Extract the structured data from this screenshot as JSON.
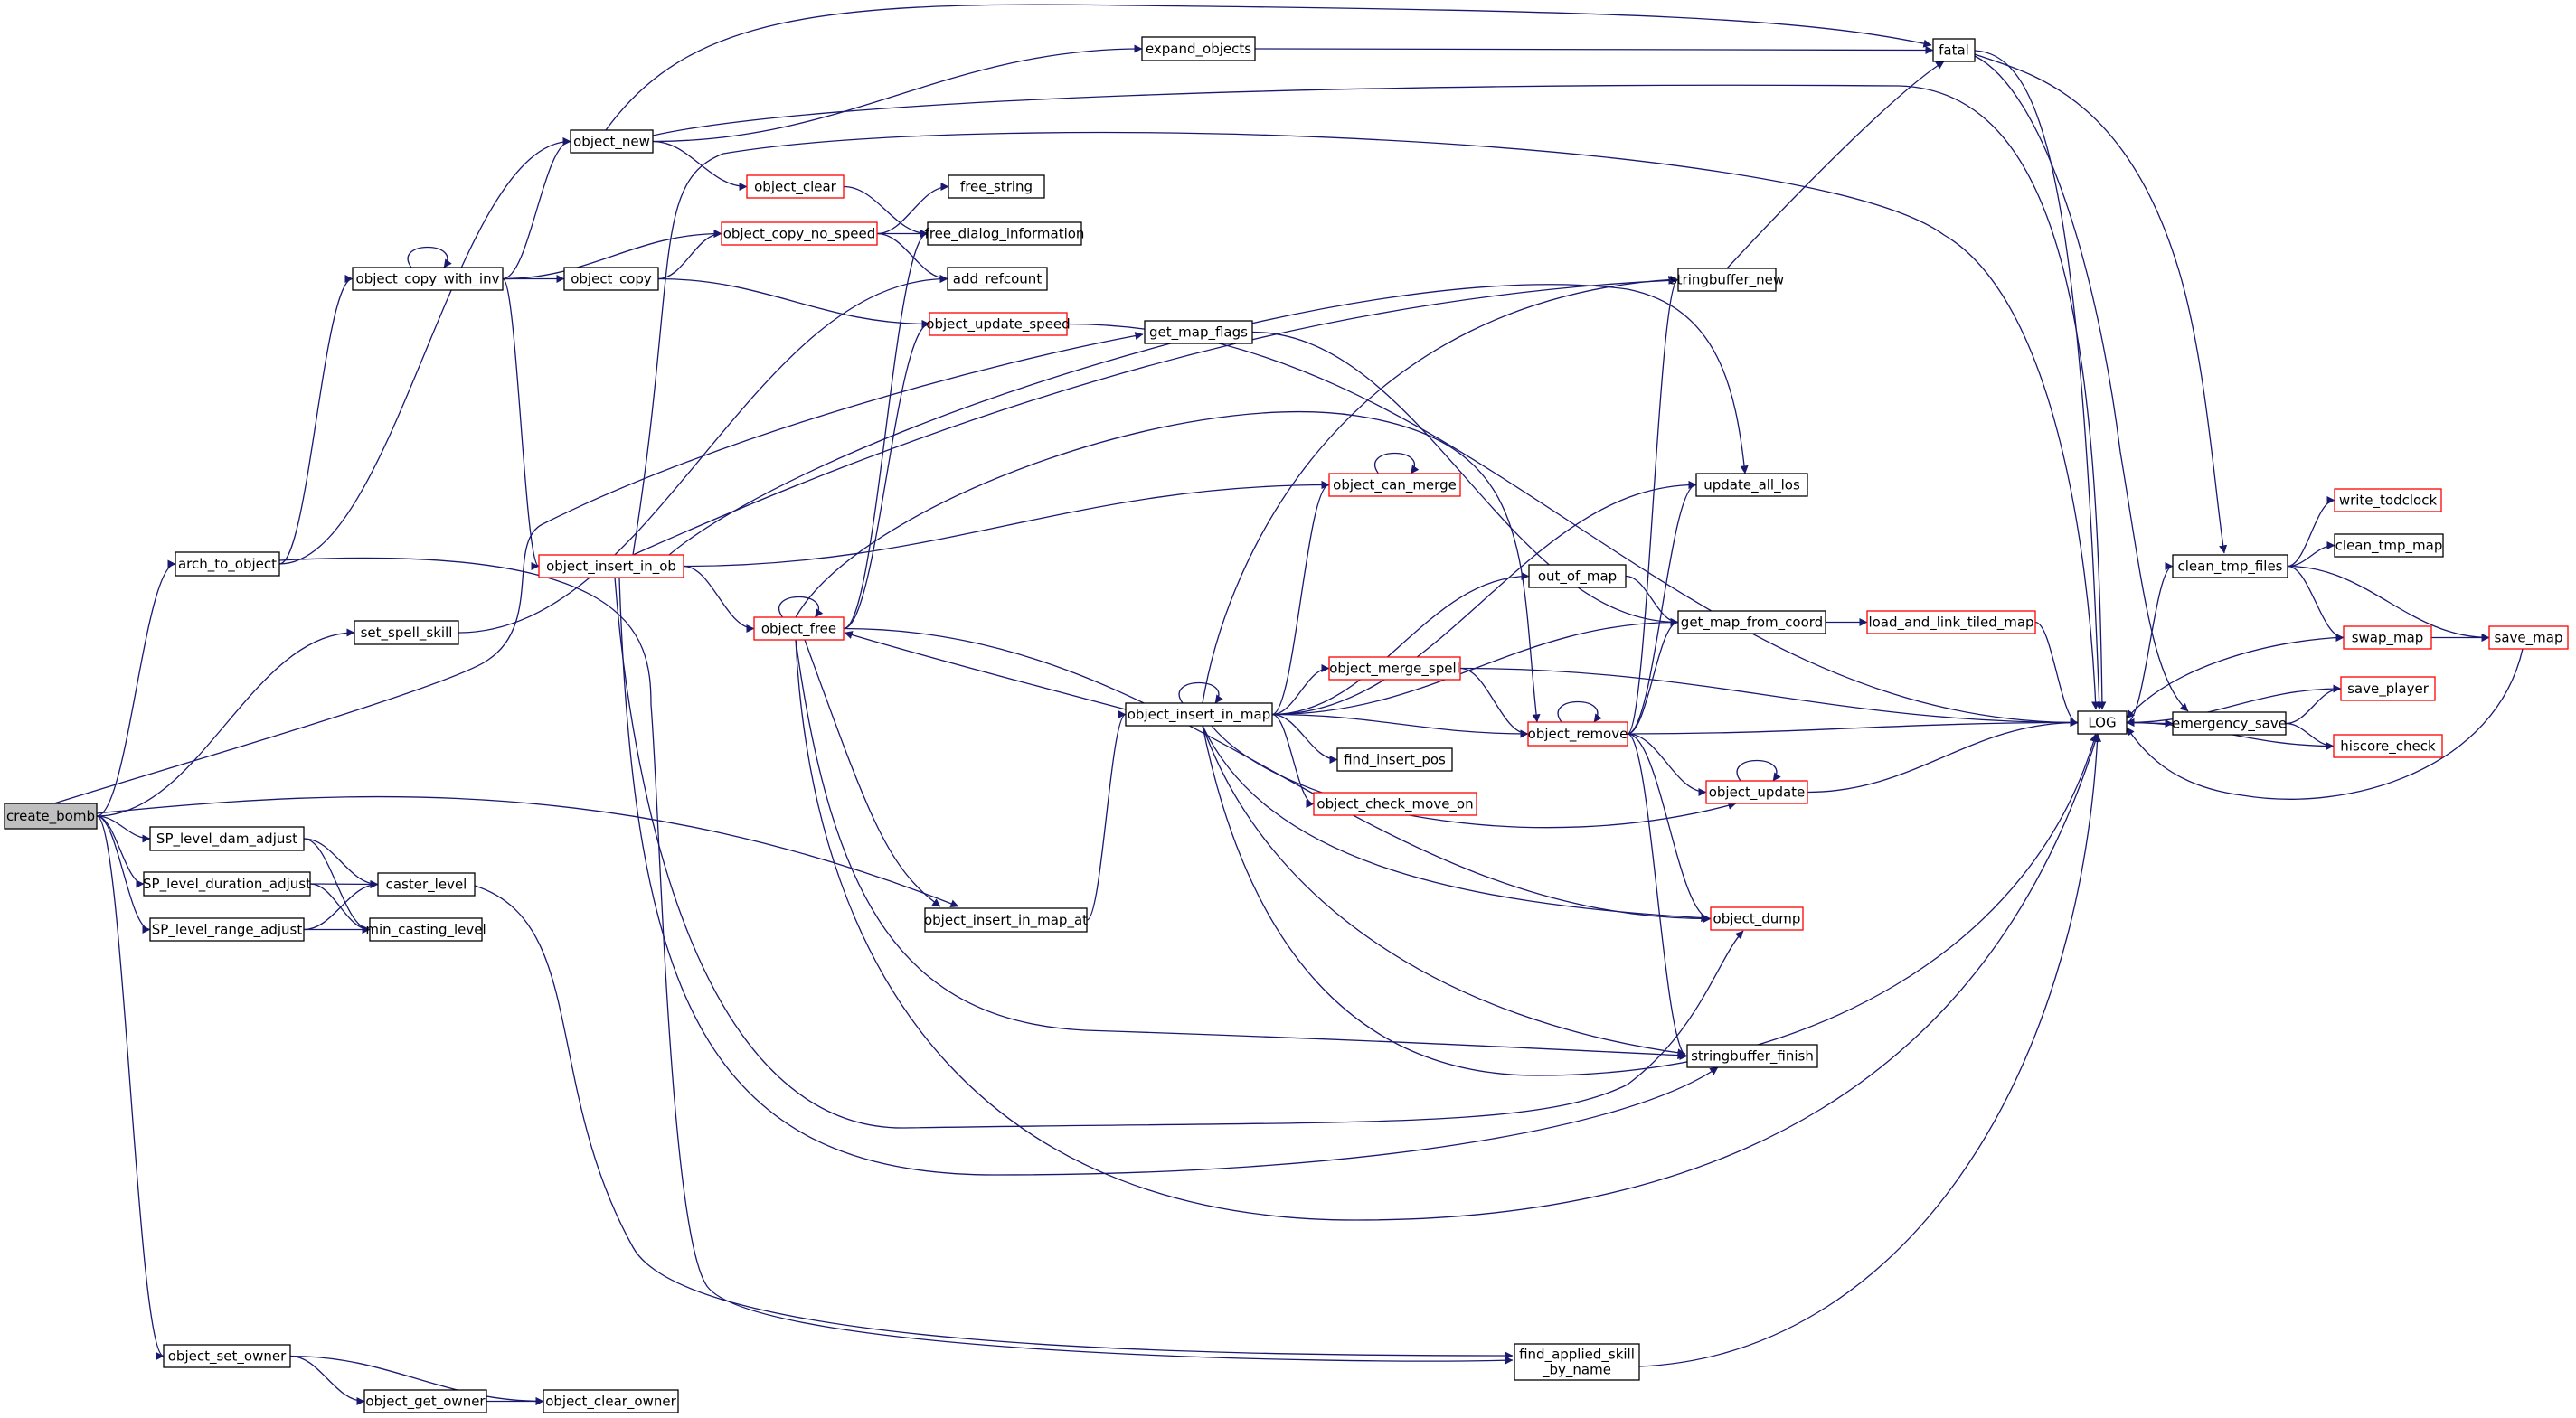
{
  "colors": {
    "edge": "#191970",
    "node_border": "#000000",
    "truncated_border": "#ff0000",
    "root_fill": "#bfbfbf",
    "node_fill": "#ffffff",
    "text": "#000000"
  },
  "nodes": [
    {
      "id": "create_bomb",
      "label": "create_bomb",
      "root": true
    },
    {
      "id": "arch_to_object",
      "label": "arch_to_object"
    },
    {
      "id": "set_spell_skill",
      "label": "set_spell_skill"
    },
    {
      "id": "SP_level_dam_adjust",
      "label": "SP_level_dam_adjust"
    },
    {
      "id": "SP_level_duration_adjust",
      "label": "SP_level_duration_adjust"
    },
    {
      "id": "SP_level_range_adjust",
      "label": "SP_level_range_adjust"
    },
    {
      "id": "object_set_owner",
      "label": "object_set_owner"
    },
    {
      "id": "object_copy_with_inv",
      "label": "object_copy_with_inv"
    },
    {
      "id": "caster_level",
      "label": "caster_level"
    },
    {
      "id": "min_casting_level",
      "label": "min_casting_level"
    },
    {
      "id": "object_get_owner",
      "label": "object_get_owner"
    },
    {
      "id": "object_new",
      "label": "object_new"
    },
    {
      "id": "object_copy",
      "label": "object_copy"
    },
    {
      "id": "object_insert_in_ob",
      "label": "object_insert_in_ob",
      "truncated": true
    },
    {
      "id": "object_clear_owner",
      "label": "object_clear_owner"
    },
    {
      "id": "object_clear",
      "label": "object_clear",
      "truncated": true
    },
    {
      "id": "object_copy_no_speed",
      "label": "object_copy_no_speed",
      "truncated": true
    },
    {
      "id": "object_free",
      "label": "object_free",
      "truncated": true
    },
    {
      "id": "free_string",
      "label": "free_string"
    },
    {
      "id": "free_dialog_information",
      "label": "free_dialog_information"
    },
    {
      "id": "add_refcount",
      "label": "add_refcount"
    },
    {
      "id": "object_update_speed",
      "label": "object_update_speed",
      "truncated": true
    },
    {
      "id": "object_insert_in_map_at",
      "label": "object_insert_in_map_at"
    },
    {
      "id": "expand_objects",
      "label": "expand_objects"
    },
    {
      "id": "get_map_flags",
      "label": "get_map_flags"
    },
    {
      "id": "object_insert_in_map",
      "label": "object_insert_in_map"
    },
    {
      "id": "object_can_merge",
      "label": "object_can_merge",
      "truncated": true
    },
    {
      "id": "object_merge_spell",
      "label": "object_merge_spell",
      "truncated": true
    },
    {
      "id": "find_insert_pos",
      "label": "find_insert_pos"
    },
    {
      "id": "object_check_move_on",
      "label": "object_check_move_on",
      "truncated": true
    },
    {
      "id": "out_of_map",
      "label": "out_of_map"
    },
    {
      "id": "find_applied_skill_by_name",
      "label": "find_applied_skill\n_by_name"
    },
    {
      "id": "object_remove",
      "label": "object_remove",
      "truncated": true
    },
    {
      "id": "stringbuffer_new",
      "label": "stringbuffer_new"
    },
    {
      "id": "update_all_los",
      "label": "update_all_los"
    },
    {
      "id": "get_map_from_coord",
      "label": "get_map_from_coord"
    },
    {
      "id": "object_update",
      "label": "object_update",
      "truncated": true
    },
    {
      "id": "object_dump",
      "label": "object_dump",
      "truncated": true
    },
    {
      "id": "stringbuffer_finish",
      "label": "stringbuffer_finish"
    },
    {
      "id": "fatal",
      "label": "fatal"
    },
    {
      "id": "load_and_link_tiled_map",
      "label": "load_and_link_tiled_map",
      "truncated": true
    },
    {
      "id": "LOG",
      "label": "LOG"
    },
    {
      "id": "clean_tmp_files",
      "label": "clean_tmp_files"
    },
    {
      "id": "emergency_save",
      "label": "emergency_save"
    },
    {
      "id": "write_todclock",
      "label": "write_todclock",
      "truncated": true
    },
    {
      "id": "clean_tmp_map",
      "label": "clean_tmp_map"
    },
    {
      "id": "swap_map",
      "label": "swap_map",
      "truncated": true
    },
    {
      "id": "save_player",
      "label": "save_player",
      "truncated": true
    },
    {
      "id": "hiscore_check",
      "label": "hiscore_check",
      "truncated": true
    },
    {
      "id": "save_map",
      "label": "save_map",
      "truncated": true
    }
  ],
  "edges": [
    [
      "create_bomb",
      "arch_to_object"
    ],
    [
      "create_bomb",
      "set_spell_skill"
    ],
    [
      "create_bomb",
      "SP_level_dam_adjust"
    ],
    [
      "create_bomb",
      "SP_level_duration_adjust"
    ],
    [
      "create_bomb",
      "SP_level_range_adjust"
    ],
    [
      "create_bomb",
      "object_set_owner"
    ],
    [
      "create_bomb",
      "object_insert_in_map_at"
    ],
    [
      "create_bomb",
      "get_map_flags"
    ],
    [
      "arch_to_object",
      "object_copy_with_inv"
    ],
    [
      "arch_to_object",
      "object_new"
    ],
    [
      "arch_to_object",
      "find_applied_skill_by_name"
    ],
    [
      "set_spell_skill",
      "add_refcount"
    ],
    [
      "SP_level_dam_adjust",
      "caster_level"
    ],
    [
      "SP_level_dam_adjust",
      "min_casting_level"
    ],
    [
      "SP_level_duration_adjust",
      "caster_level"
    ],
    [
      "SP_level_duration_adjust",
      "min_casting_level"
    ],
    [
      "SP_level_range_adjust",
      "caster_level"
    ],
    [
      "SP_level_range_adjust",
      "min_casting_level"
    ],
    [
      "caster_level",
      "find_applied_skill_by_name"
    ],
    [
      "object_set_owner",
      "object_get_owner"
    ],
    [
      "object_set_owner",
      "object_clear_owner"
    ],
    [
      "object_get_owner",
      "object_clear_owner"
    ],
    [
      "object_copy_with_inv",
      "object_copy_with_inv"
    ],
    [
      "object_copy_with_inv",
      "object_new"
    ],
    [
      "object_copy_with_inv",
      "object_copy"
    ],
    [
      "object_copy_with_inv",
      "object_copy_no_speed"
    ],
    [
      "object_copy_with_inv",
      "object_insert_in_ob"
    ],
    [
      "object_new",
      "object_clear"
    ],
    [
      "object_new",
      "expand_objects"
    ],
    [
      "object_new",
      "fatal"
    ],
    [
      "object_new",
      "LOG"
    ],
    [
      "object_copy",
      "object_copy_no_speed"
    ],
    [
      "object_copy",
      "object_update_speed"
    ],
    [
      "object_clear",
      "free_dialog_information"
    ],
    [
      "object_copy_no_speed",
      "free_string"
    ],
    [
      "object_copy_no_speed",
      "free_dialog_information"
    ],
    [
      "object_copy_no_speed",
      "add_refcount"
    ],
    [
      "object_insert_in_ob",
      "object_free"
    ],
    [
      "object_insert_in_ob",
      "object_can_merge"
    ],
    [
      "object_insert_in_ob",
      "update_all_los"
    ],
    [
      "object_insert_in_ob",
      "stringbuffer_new"
    ],
    [
      "object_insert_in_ob",
      "object_dump"
    ],
    [
      "object_insert_in_ob",
      "stringbuffer_finish"
    ],
    [
      "object_insert_in_ob",
      "LOG"
    ],
    [
      "object_free",
      "object_free"
    ],
    [
      "object_free",
      "free_dialog_information"
    ],
    [
      "object_free",
      "object_update_speed"
    ],
    [
      "object_free",
      "object_insert_in_map_at"
    ],
    [
      "object_free",
      "object_remove"
    ],
    [
      "object_free",
      "object_dump"
    ],
    [
      "object_free",
      "stringbuffer_finish"
    ],
    [
      "object_free",
      "LOG"
    ],
    [
      "object_update_speed",
      "LOG"
    ],
    [
      "object_insert_in_map_at",
      "object_insert_in_map"
    ],
    [
      "expand_objects",
      "fatal"
    ],
    [
      "get_map_flags",
      "get_map_from_coord"
    ],
    [
      "object_insert_in_map",
      "object_insert_in_map"
    ],
    [
      "object_insert_in_map",
      "object_free"
    ],
    [
      "object_insert_in_map",
      "object_can_merge"
    ],
    [
      "object_insert_in_map",
      "object_merge_spell"
    ],
    [
      "object_insert_in_map",
      "find_insert_pos"
    ],
    [
      "object_insert_in_map",
      "object_check_move_on"
    ],
    [
      "object_insert_in_map",
      "out_of_map"
    ],
    [
      "object_insert_in_map",
      "object_remove"
    ],
    [
      "object_insert_in_map",
      "stringbuffer_new"
    ],
    [
      "object_insert_in_map",
      "update_all_los"
    ],
    [
      "object_insert_in_map",
      "get_map_from_coord"
    ],
    [
      "object_insert_in_map",
      "object_update"
    ],
    [
      "object_insert_in_map",
      "object_dump"
    ],
    [
      "object_insert_in_map",
      "stringbuffer_finish"
    ],
    [
      "object_insert_in_map",
      "LOG"
    ],
    [
      "object_can_merge",
      "object_can_merge"
    ],
    [
      "object_merge_spell",
      "object_remove"
    ],
    [
      "object_merge_spell",
      "LOG"
    ],
    [
      "out_of_map",
      "get_map_from_coord"
    ],
    [
      "object_remove",
      "object_remove"
    ],
    [
      "object_remove",
      "stringbuffer_new"
    ],
    [
      "object_remove",
      "update_all_los"
    ],
    [
      "object_remove",
      "get_map_from_coord"
    ],
    [
      "object_remove",
      "object_update"
    ],
    [
      "object_remove",
      "object_dump"
    ],
    [
      "object_remove",
      "stringbuffer_finish"
    ],
    [
      "object_remove",
      "LOG"
    ],
    [
      "stringbuffer_new",
      "fatal"
    ],
    [
      "get_map_from_coord",
      "load_and_link_tiled_map"
    ],
    [
      "object_update",
      "object_update"
    ],
    [
      "object_update",
      "LOG"
    ],
    [
      "load_and_link_tiled_map",
      "LOG"
    ],
    [
      "find_applied_skill_by_name",
      "LOG"
    ],
    [
      "fatal",
      "clean_tmp_files"
    ],
    [
      "fatal",
      "emergency_save"
    ],
    [
      "fatal",
      "LOG"
    ],
    [
      "LOG",
      "clean_tmp_files"
    ],
    [
      "LOG",
      "emergency_save"
    ],
    [
      "clean_tmp_files",
      "write_todclock"
    ],
    [
      "clean_tmp_files",
      "clean_tmp_map"
    ],
    [
      "clean_tmp_files",
      "swap_map"
    ],
    [
      "clean_tmp_files",
      "save_map"
    ],
    [
      "swap_map",
      "save_map"
    ],
    [
      "swap_map",
      "LOG"
    ],
    [
      "save_map",
      "LOG"
    ],
    [
      "emergency_save",
      "save_player"
    ],
    [
      "emergency_save",
      "hiscore_check"
    ],
    [
      "save_player",
      "LOG"
    ],
    [
      "hiscore_check",
      "LOG"
    ]
  ]
}
